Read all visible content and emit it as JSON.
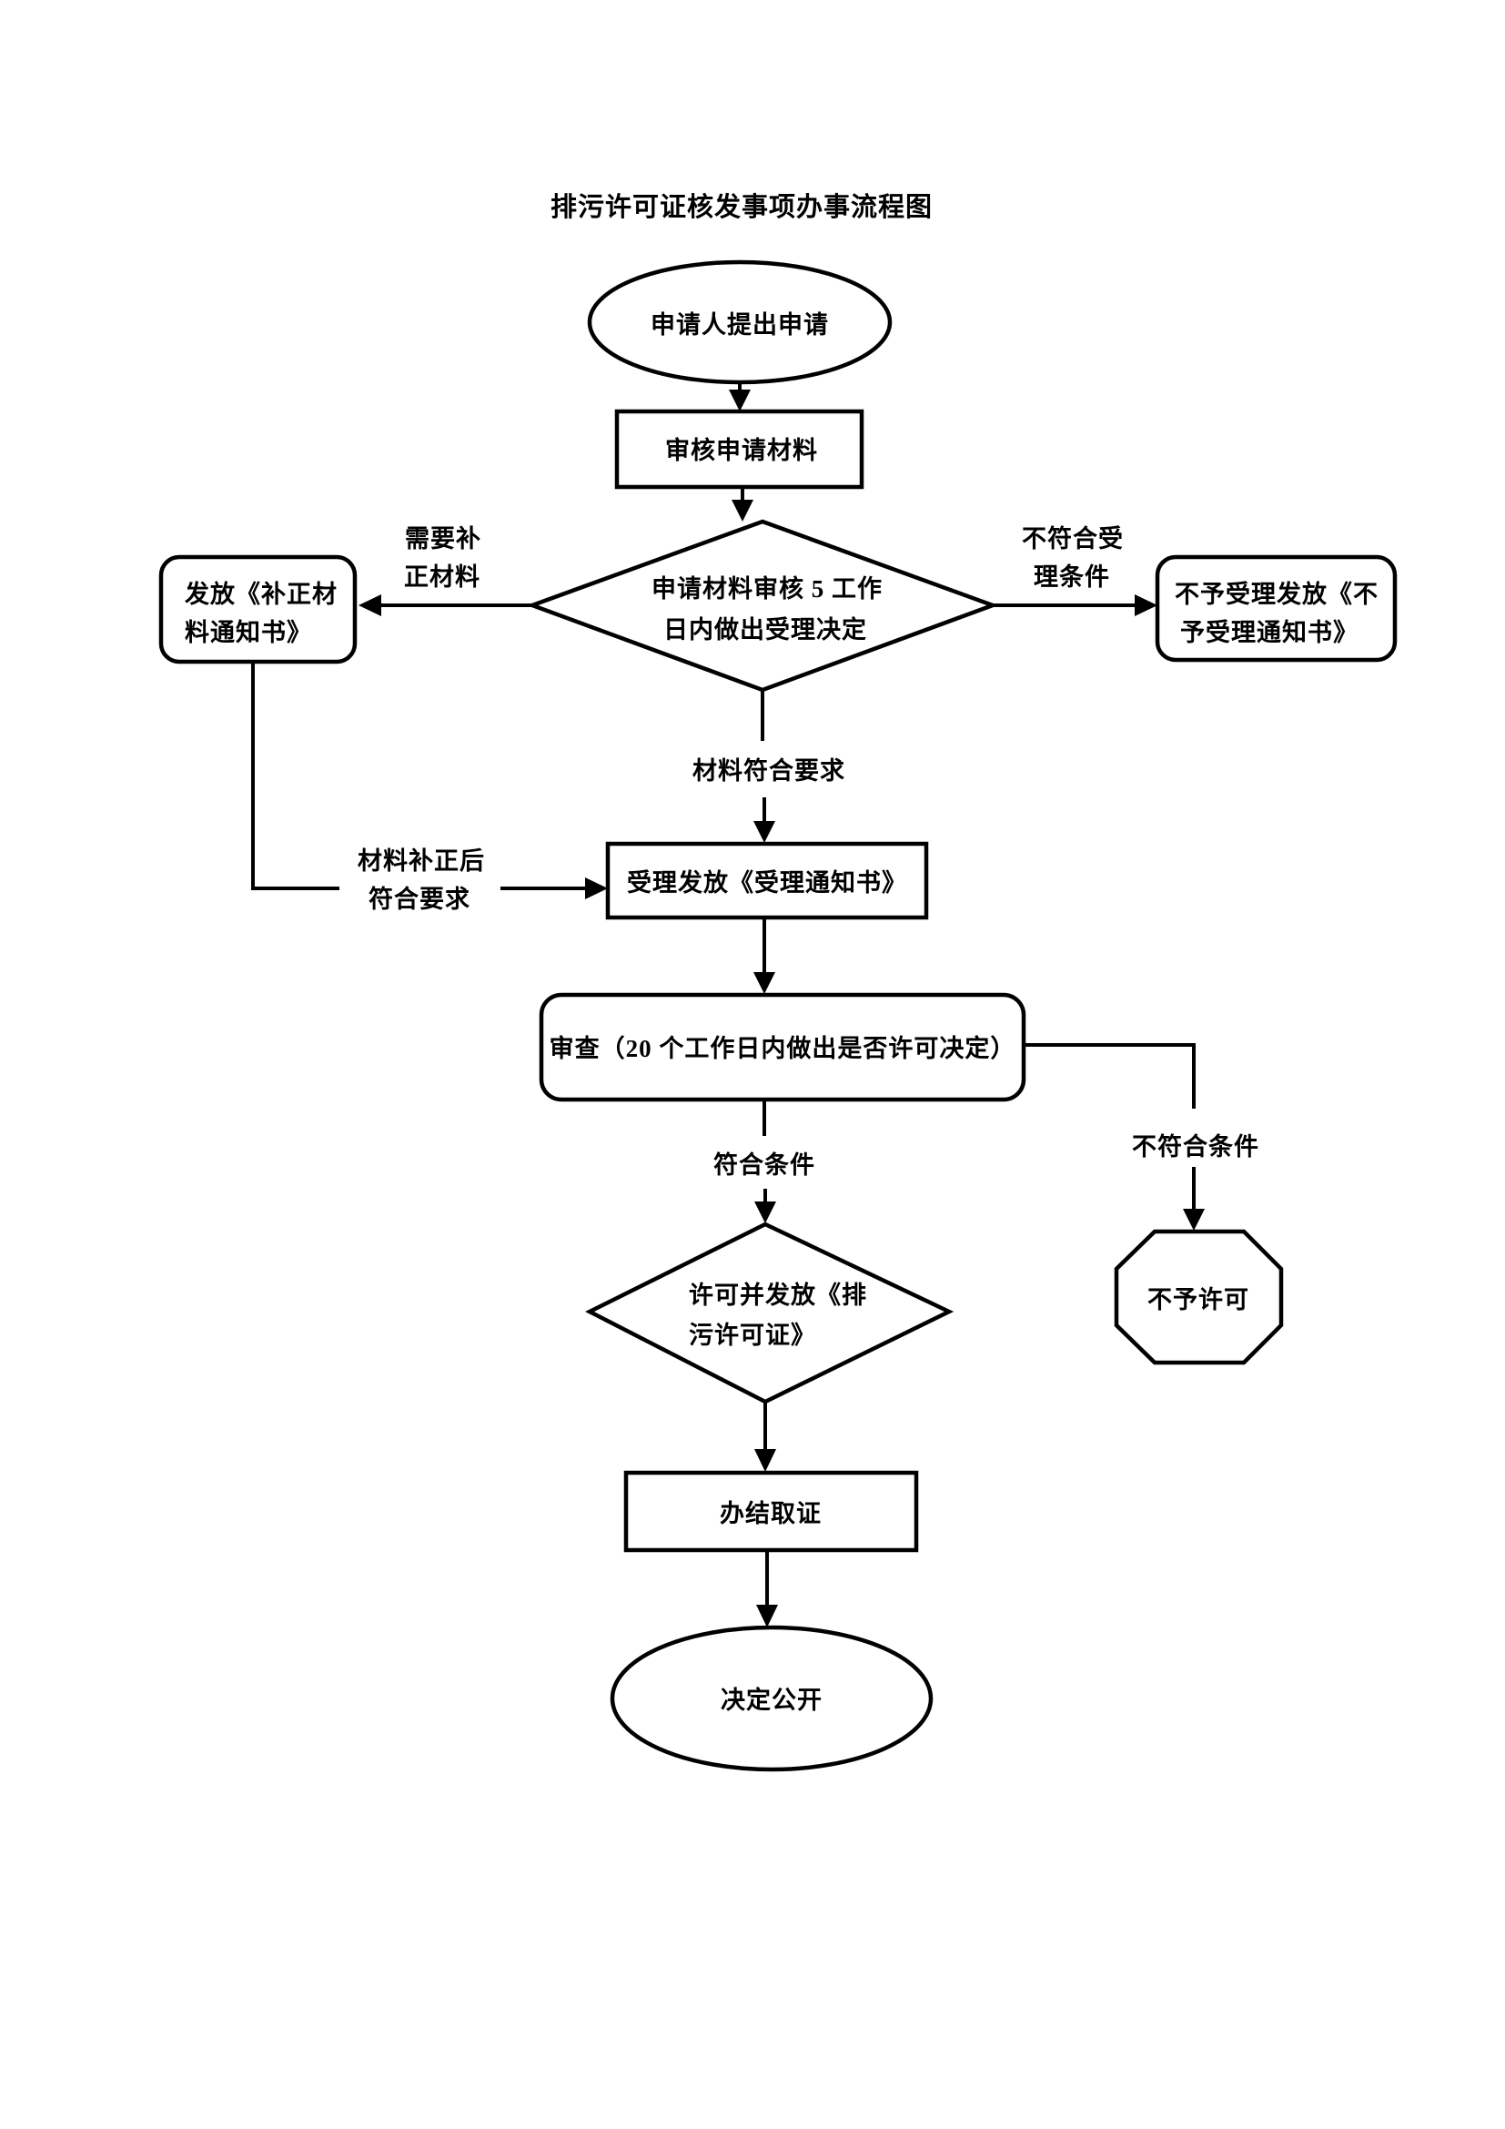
{
  "title": "排污许可证核发事项办事流程图",
  "flowchart": {
    "colors": {
      "stroke": "#000000",
      "background": "#ffffff",
      "text": "#000000"
    },
    "nodes": {
      "start": {
        "shape": "ellipse",
        "label": "申请人提出申请"
      },
      "review": {
        "shape": "rect",
        "label": "审核申请材料"
      },
      "acceptDecision": {
        "shape": "diamond",
        "line1": "申请材料审核 5 工作",
        "line2": "日内做出受理决定"
      },
      "correctionNotice": {
        "shape": "rounded-rect",
        "line1": "发放《补正材",
        "line2": "料通知书》"
      },
      "rejectNotice": {
        "shape": "rounded-rect",
        "line1": "不予受理发放《不",
        "line2": "予受理通知书》"
      },
      "acceptNotice": {
        "shape": "rect",
        "label": "受理发放《受理通知书》"
      },
      "examine": {
        "shape": "rounded-rect",
        "label": "审查（20 个工作日内做出是否许可决定）"
      },
      "denyPermit": {
        "shape": "octagon",
        "label": "不予许可"
      },
      "issuePermit": {
        "shape": "diamond",
        "line1": "许可并发放《排",
        "line2": "污许可证》"
      },
      "complete": {
        "shape": "rect",
        "label": "办结取证"
      },
      "publish": {
        "shape": "ellipse",
        "label": "决定公开"
      }
    },
    "edgeLabels": {
      "needCorrection": {
        "line1": "需要补",
        "line2": "正材料"
      },
      "notMeetAcceptance": {
        "line1": "不符合受",
        "line2": "理条件"
      },
      "materialsMeet": "材料符合要求",
      "correctedMeet": {
        "line1": "材料补正后",
        "line2": "符合要求"
      },
      "meetConditions": "符合条件",
      "notMeetConditions": "不符合条件"
    }
  }
}
